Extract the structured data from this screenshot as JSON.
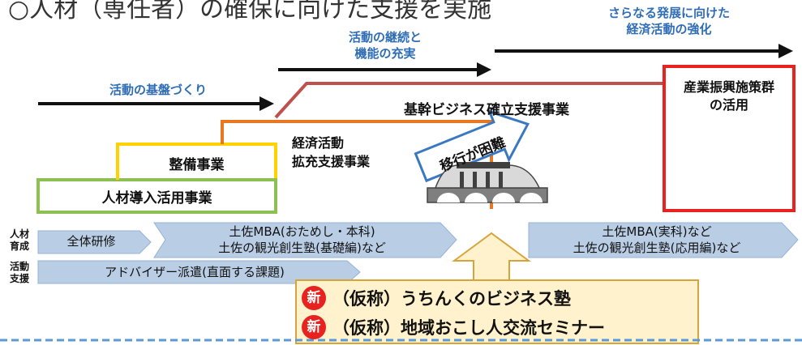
{
  "heading": "○人材（専任者）の確保に向けた支援を実施",
  "phases": {
    "foundation": "活動の基盤づくり",
    "continuation_line1": "活動の継続と",
    "continuation_line2": "機能の充実",
    "development_line1": "さらなる発展に向けた",
    "development_line2": "経済活動の強化"
  },
  "programs": {
    "human_resources": "人材導入活用事業",
    "maintenance": "整備事業",
    "economic_line1": "経済活動",
    "economic_line2": "拡充支援事業",
    "core_business": "基幹ビジネス確立支援事業",
    "industry_line1": "産業振興施策群",
    "industry_line2": "の活用"
  },
  "transition": {
    "label": "移行が困難"
  },
  "side_labels": {
    "hr_dev_line1": "人材",
    "hr_dev_line2": "育成",
    "activity_line1": "活動",
    "activity_line2": "支援"
  },
  "chevrons": {
    "general_training": "全体研修",
    "tosa_mba_trial_line1": "土佐MBA(おためし・本科)",
    "tosa_mba_trial_line2": "土佐の観光創生塾(基礎編)など",
    "tosa_mba_practical_line1": "土佐MBA(実科)など",
    "tosa_mba_practical_line2": "土佐の観光創生塾(応用編)など",
    "advisor_dispatch": "アドバイザー派遣(直面する課題)"
  },
  "new_initiatives": {
    "badge": "新",
    "item1": "（仮称）うちんくのビジネス塾",
    "item2": "（仮称）地域おこし人交流セミナー"
  },
  "colors": {
    "green": "#8cc152",
    "yellow": "#ffd200",
    "orange": "#e87722",
    "brownred": "#c0504d",
    "red": "#e8231f",
    "phase_blue": "#2f6db5",
    "chevron_fill": "#b9cde5"
  }
}
